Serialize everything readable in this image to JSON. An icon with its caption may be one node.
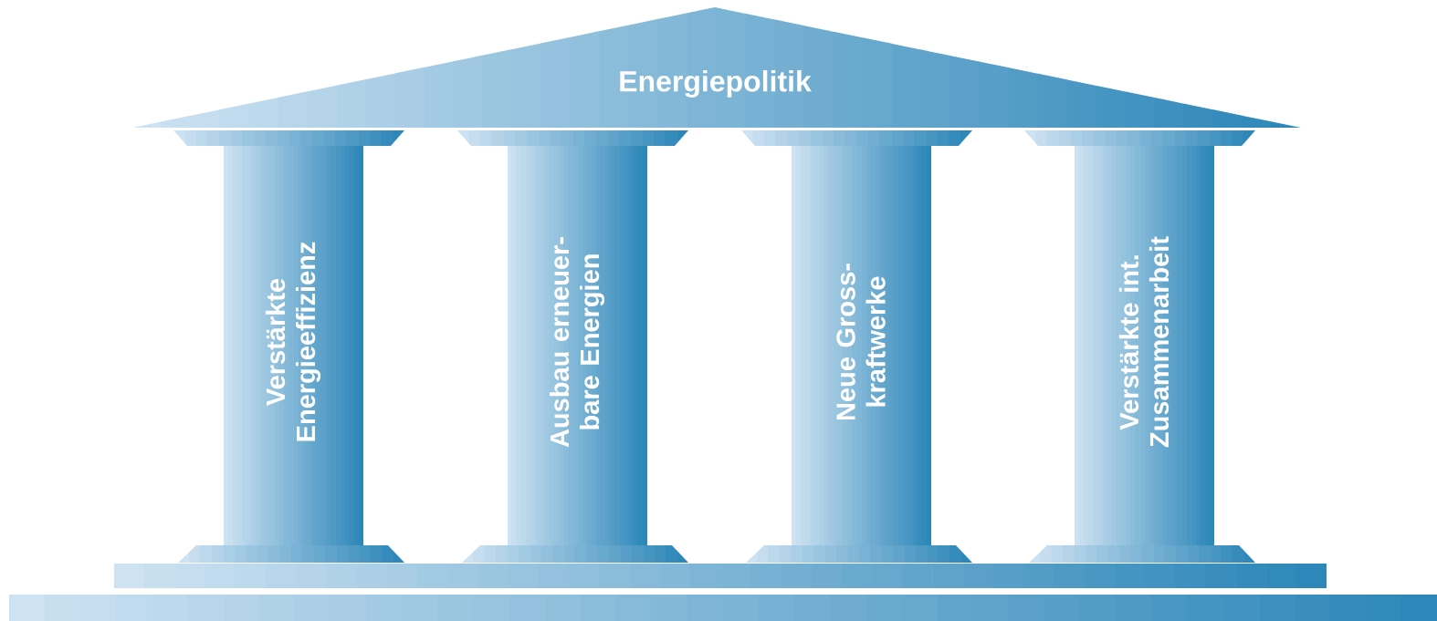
{
  "diagram": {
    "nodes": [
      {
        "text": [
          "Energiepolitik"
        ]
      },
      {
        "text": [
          "Verstärkte Energieeffizienz"
        ]
      },
      {
        "text": [
          "Ausbau erneuer- bare Energien"
        ]
      },
      {
        "text": [
          "Neue Gross- kraftwerke"
        ]
      },
      {
        "text": [
          "Verstärkte int. Zusammenarbeit"
        ]
      }
    ]
  }
}
